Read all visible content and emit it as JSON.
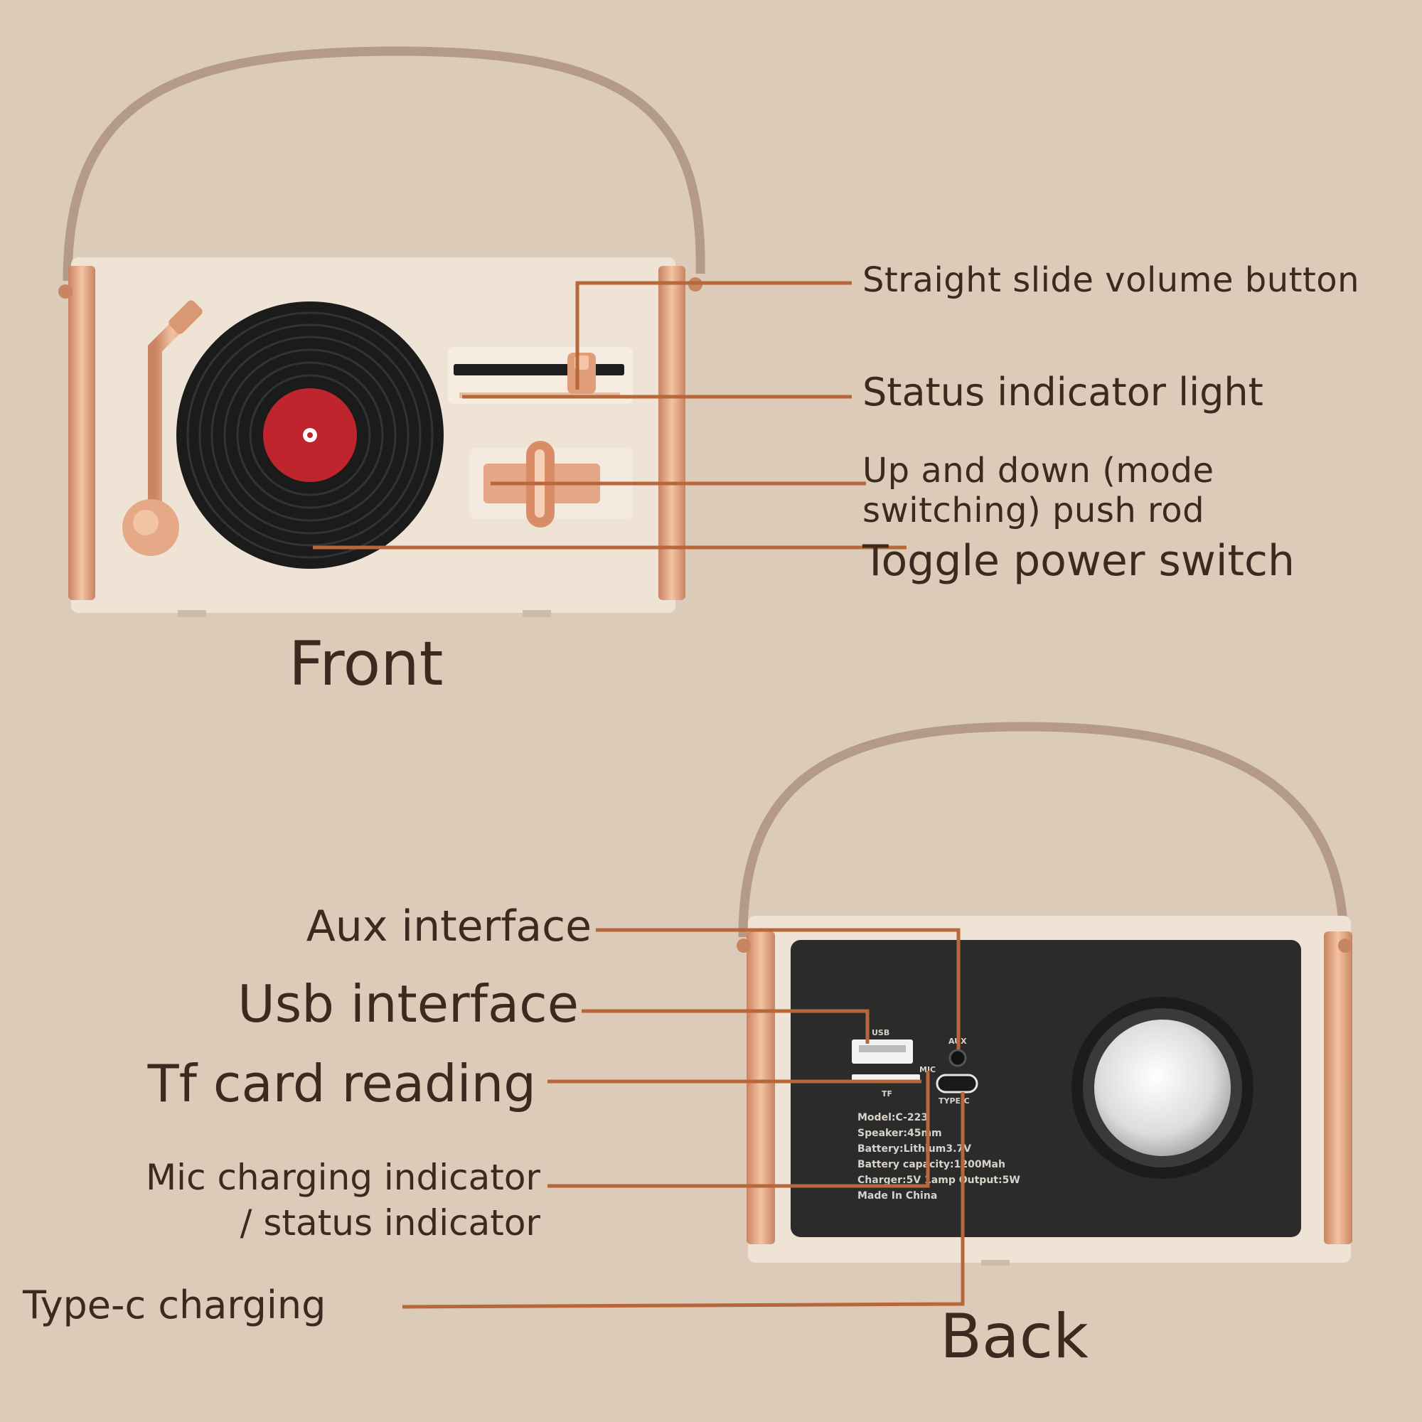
{
  "front": {
    "title": "Front",
    "labels": {
      "volume": "Straight slide volume button",
      "status": "Status indicator light",
      "pushrod_line1": "Up and down (mode",
      "pushrod_line2": "switching) push rod",
      "power": "Toggle power switch"
    }
  },
  "back": {
    "title": "Back",
    "labels": {
      "aux": "Aux interface",
      "usb": "Usb interface",
      "tf": "Tf card reading",
      "mic_line1": "Mic charging indicator",
      "mic_line2": "/ status indicator",
      "typec": "Type-c charging"
    },
    "port_text": {
      "usb": "USB",
      "aux": "AUX",
      "tf": "TF",
      "mic": "MIC",
      "typec": "TYPE-C"
    },
    "spec_lines": [
      "Model:C-223",
      "Speaker:45mm",
      "Battery:Lithium3.7V",
      "Battery capacity:1200Mah",
      "Charger:5V 1amp Output:5W",
      "Made In China"
    ]
  },
  "colors": {
    "background": "#dccbb9",
    "body": "#efe3d6",
    "rose_gold": "#e1a27f",
    "leader_line": "#b8673a",
    "panel": "#2b2b2b",
    "record_label": "#c0242c",
    "text": "#3a2a20"
  }
}
